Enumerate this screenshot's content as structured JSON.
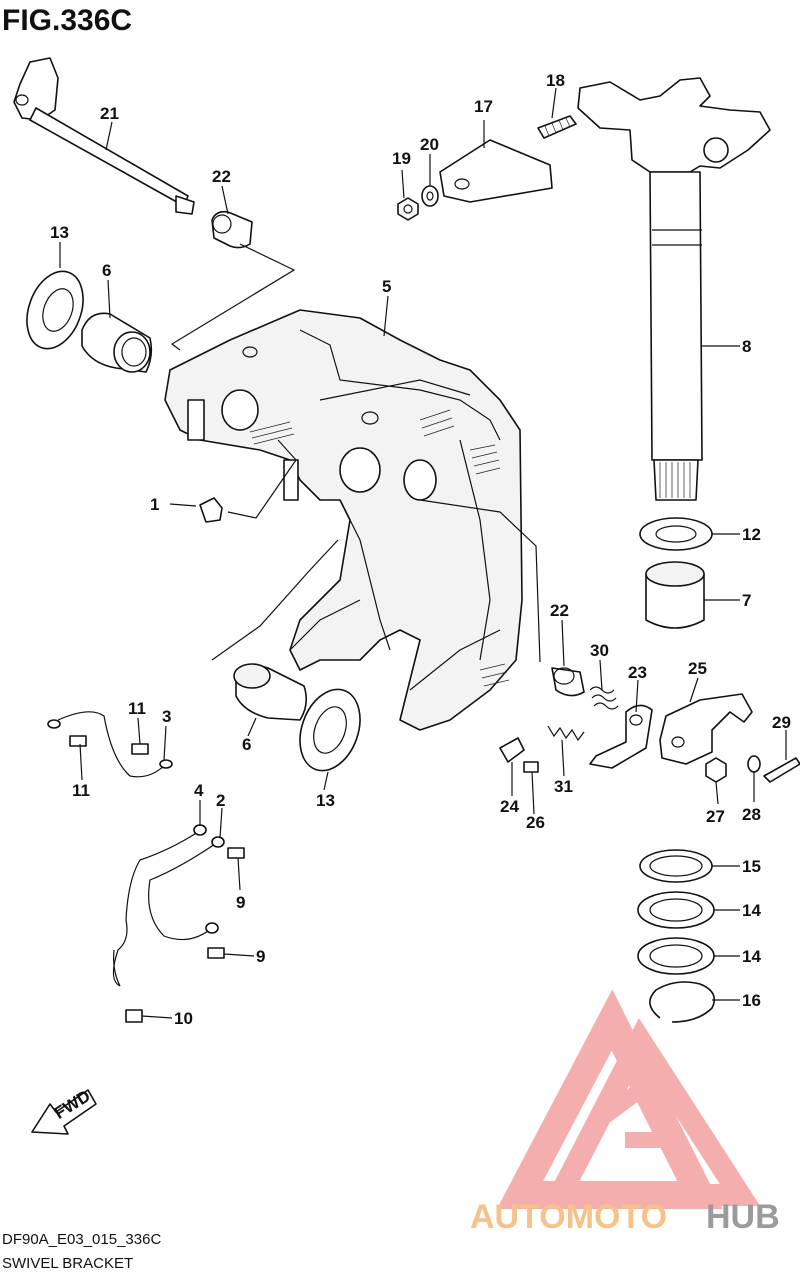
{
  "figure": {
    "title": "FIG.336C",
    "code": "DF90A_E03_015_336C",
    "name": "SWIVEL BRACKET",
    "fwd_label": "FWD"
  },
  "callouts": [
    {
      "id": "c1",
      "label": "1"
    },
    {
      "id": "c2",
      "label": "2"
    },
    {
      "id": "c3",
      "label": "3"
    },
    {
      "id": "c4",
      "label": "4"
    },
    {
      "id": "c5",
      "label": "5"
    },
    {
      "id": "c6a",
      "label": "6"
    },
    {
      "id": "c6b",
      "label": "6"
    },
    {
      "id": "c7",
      "label": "7"
    },
    {
      "id": "c8",
      "label": "8"
    },
    {
      "id": "c9a",
      "label": "9"
    },
    {
      "id": "c9b",
      "label": "9"
    },
    {
      "id": "c10",
      "label": "10"
    },
    {
      "id": "c11a",
      "label": "11"
    },
    {
      "id": "c11b",
      "label": "11"
    },
    {
      "id": "c12",
      "label": "12"
    },
    {
      "id": "c13a",
      "label": "13"
    },
    {
      "id": "c13b",
      "label": "13"
    },
    {
      "id": "c14a",
      "label": "14"
    },
    {
      "id": "c14b",
      "label": "14"
    },
    {
      "id": "c15",
      "label": "15"
    },
    {
      "id": "c16",
      "label": "16"
    },
    {
      "id": "c17",
      "label": "17"
    },
    {
      "id": "c18",
      "label": "18"
    },
    {
      "id": "c19",
      "label": "19"
    },
    {
      "id": "c20",
      "label": "20"
    },
    {
      "id": "c21",
      "label": "21"
    },
    {
      "id": "c22a",
      "label": "22"
    },
    {
      "id": "c22b",
      "label": "22"
    },
    {
      "id": "c23",
      "label": "23"
    },
    {
      "id": "c24",
      "label": "24"
    },
    {
      "id": "c25",
      "label": "25"
    },
    {
      "id": "c26",
      "label": "26"
    },
    {
      "id": "c27",
      "label": "27"
    },
    {
      "id": "c28",
      "label": "28"
    },
    {
      "id": "c29",
      "label": "29"
    },
    {
      "id": "c30",
      "label": "30"
    },
    {
      "id": "c31",
      "label": "31"
    }
  ],
  "watermark": {
    "part1": "AUTOMOTO",
    "part2": "HUB",
    "color1": "#f6c28a",
    "color2": "#9b9b9b",
    "logo_color": "#f29b9b"
  }
}
